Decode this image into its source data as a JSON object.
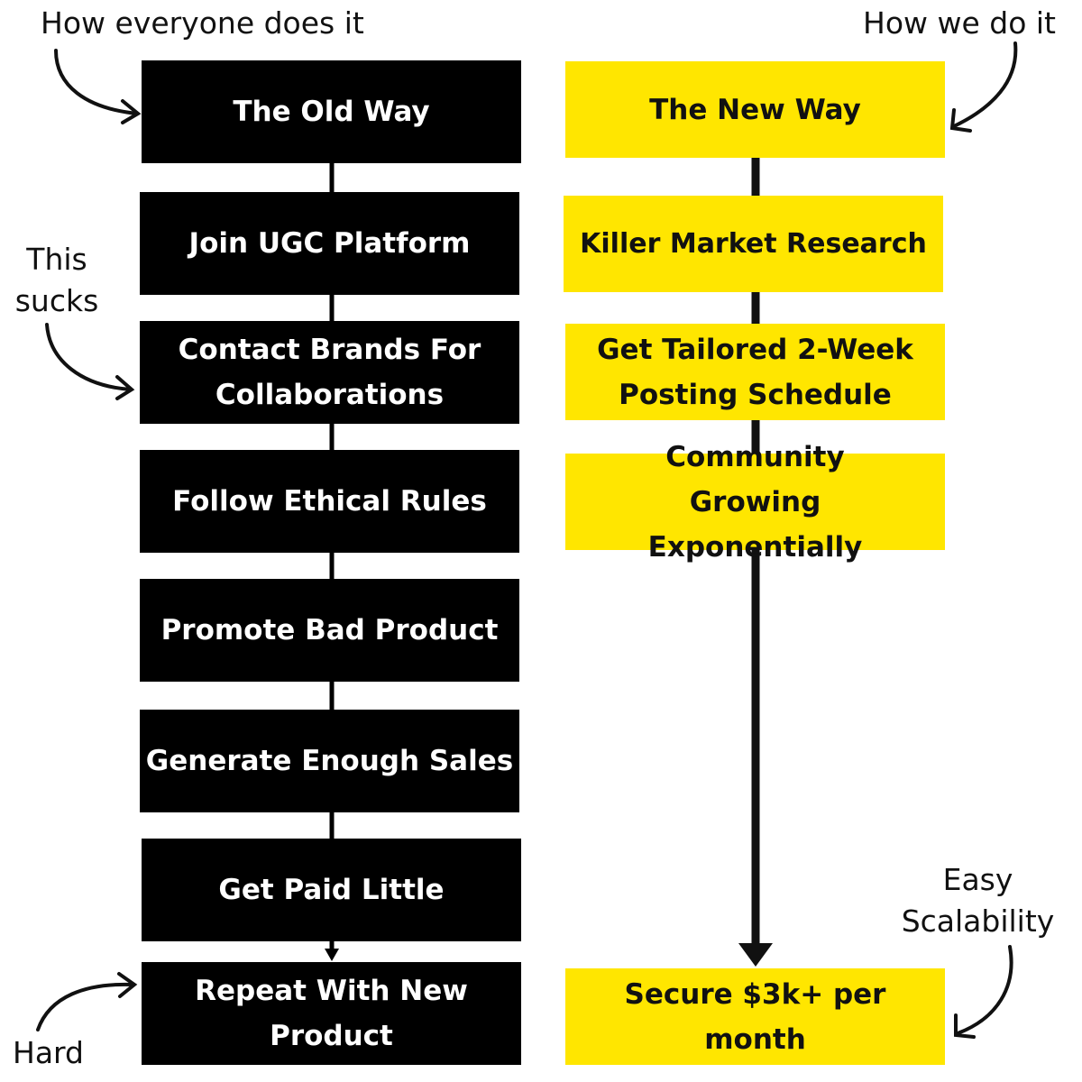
{
  "annotations": {
    "old_header": "How everyone does it",
    "new_header": "How we do it",
    "this_sucks": "This sucks",
    "hard": "Hard",
    "easy": "Easy Scalability"
  },
  "old_way": [
    "The Old Way",
    "Join UGC Platform",
    "Contact Brands For Collaborations",
    "Follow Ethical Rules",
    "Promote Bad Product",
    "Generate Enough Sales",
    "Get Paid Little",
    "Repeat With New Product"
  ],
  "new_way": [
    "The New Way",
    "Killer Market Research",
    "Get Tailored 2-Week Posting Schedule",
    "Community Growing Exponentially",
    "Secure $3k+ per month"
  ],
  "colors": {
    "old_box": "#000000",
    "new_box": "#ffe600"
  }
}
